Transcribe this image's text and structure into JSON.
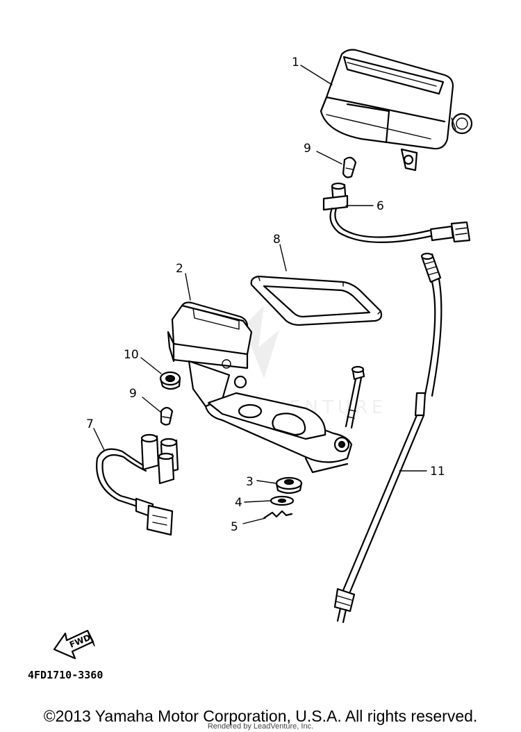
{
  "diagram": {
    "callouts": [
      "1",
      "2",
      "3",
      "4",
      "5",
      "6",
      "7",
      "8",
      "9",
      "9",
      "10",
      "11"
    ],
    "part_code": "4FD1710-3360",
    "fwd_label": "FWD"
  },
  "footer": {
    "copyright": "©2013 Yamaha Motor Corporation, U.S.A. All rights reserved.",
    "rendered_by": "Rendered by LeadVenture, Inc."
  }
}
